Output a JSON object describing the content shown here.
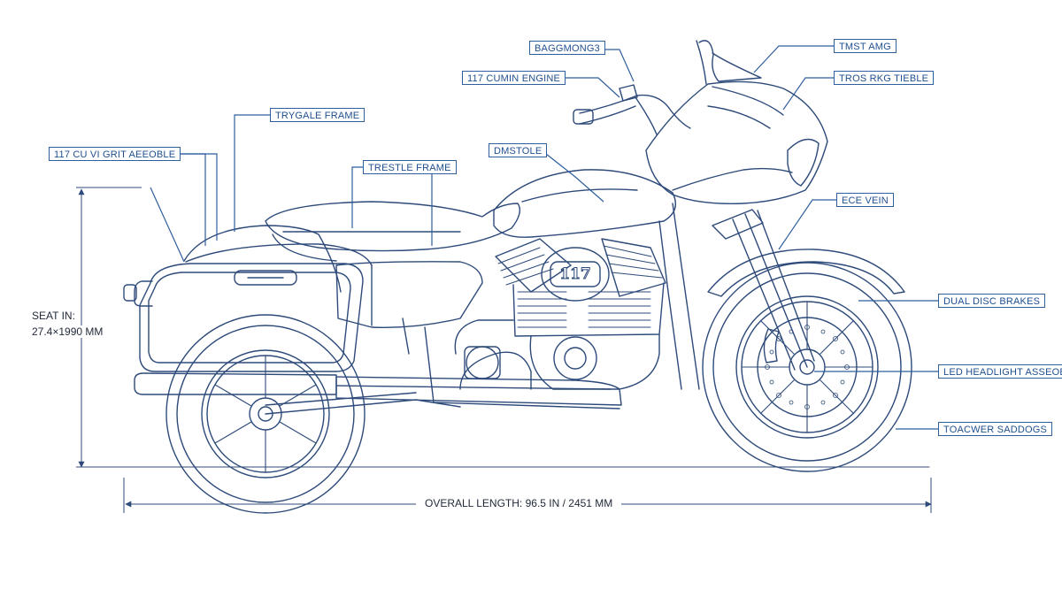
{
  "callouts": {
    "bagging": "BAGGMONG3",
    "tmst_amg": "TMST AMG",
    "engine": "117 CUMIN ENGINE",
    "tros": "TROS RKG TIEBLE",
    "trygale_frame": "TRYGALE FRAME",
    "cu_gritt": "117 CU VI GRIT AEEOBLE",
    "trestle_frame": "TRESTLE FRAME",
    "dmstole": "DMSTOLE",
    "ece_vein": "ECE VEIN",
    "dual_disc": "DUAL DISC BRAKES",
    "led_headlight": "LED HEADLIGHT ASSEOBLY",
    "toacwer": "TOACWER SADDOGS"
  },
  "dimensions": {
    "seat_line1": "SEAT IN:",
    "seat_line2": "27.4×1990 MM",
    "overall_length": "OVERALL LENGTH: 96.5 IN / 2451 MM"
  },
  "engine_badge": "117",
  "colors": {
    "line": "#2d4a7a",
    "leader": "#2f5f9e",
    "label_text": "#1f4f8f",
    "background": "#ffffff"
  }
}
